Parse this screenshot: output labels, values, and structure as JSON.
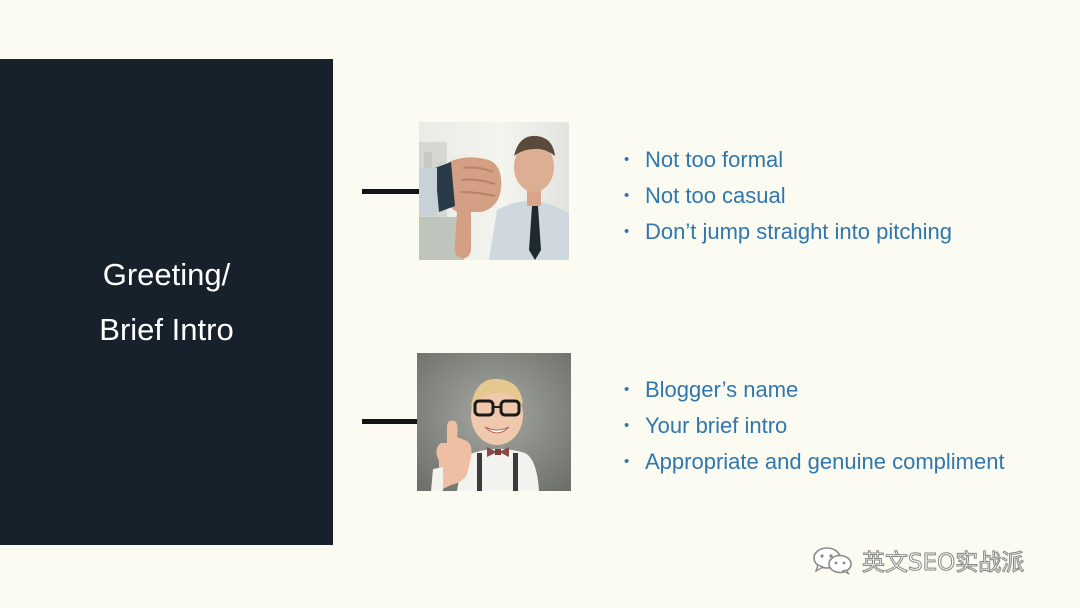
{
  "slide": {
    "title_lines": [
      "Greeting/",
      "Brief Intro"
    ]
  },
  "sections": [
    {
      "image": "thumbs-down-man-photo",
      "bullets": [
        "Not too formal",
        "Not too casual",
        "Don’t jump straight into pitching"
      ]
    },
    {
      "image": "thumbs-up-boy-photo",
      "bullets": [
        "Blogger’s name",
        "Your brief intro",
        "Appropriate and genuine compliment"
      ]
    }
  ],
  "watermark": {
    "icon": "wechat-icon",
    "text": "英文SEO实战派"
  },
  "colors": {
    "background": "#fbfbf1",
    "title_panel": "#17212b",
    "bullet_text": "#2f77ad"
  }
}
